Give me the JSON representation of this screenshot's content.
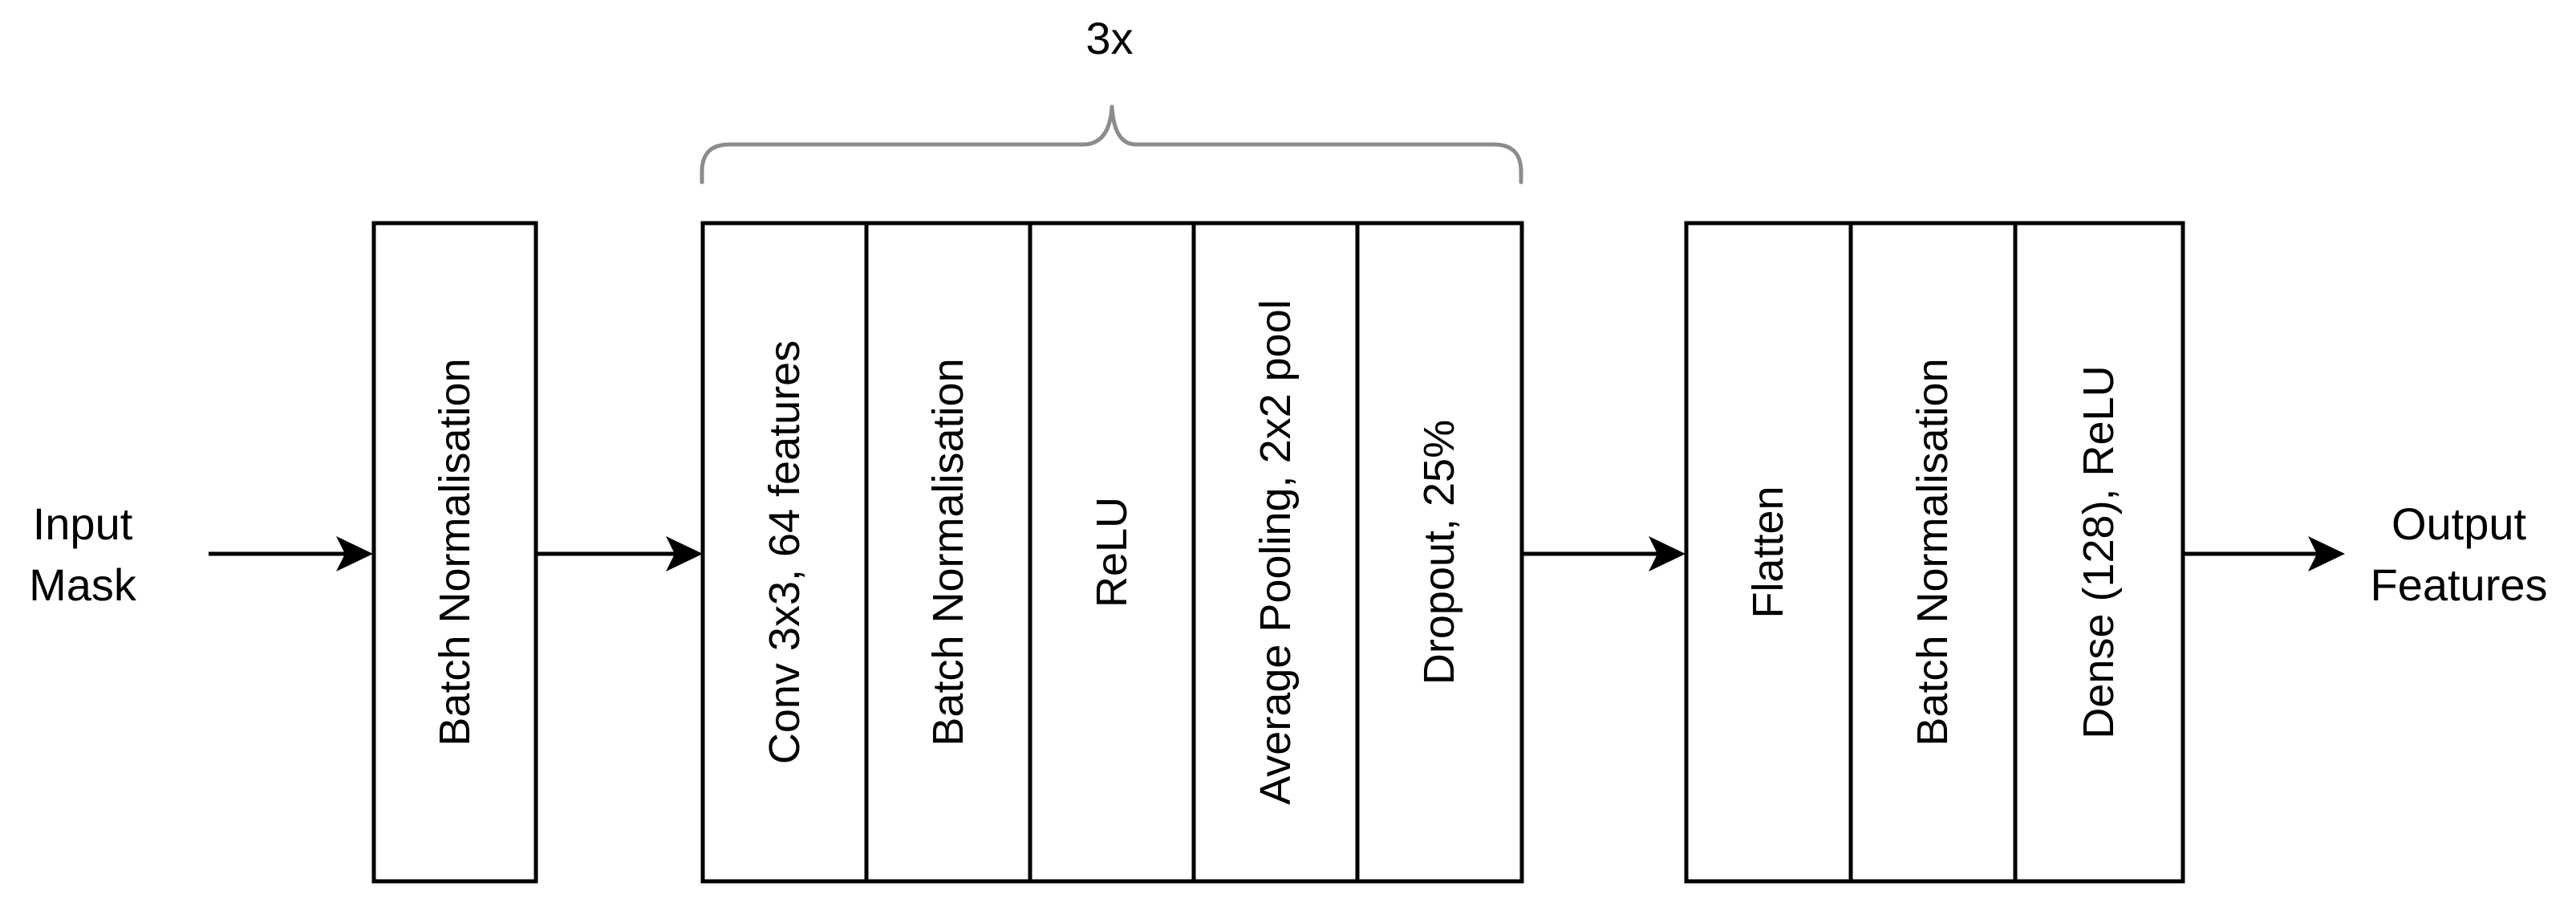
{
  "input": {
    "line1": "Input",
    "line2": "Mask"
  },
  "output": {
    "line1": "Output",
    "line2": "Features"
  },
  "repeat_label": "3x",
  "blocks": {
    "bn0": "Batch Normalisation",
    "conv": "Conv 3x3, 64 features",
    "bn1": "Batch Normalisation",
    "relu": "ReLU",
    "pool": "Average Pooling, 2x2 pool",
    "dropout": "Dropout, 25%",
    "flatten": "Flatten",
    "bn2": "Batch Normalisation",
    "dense": "Dense (128), ReLU"
  },
  "colors": {
    "stroke": "#000000",
    "brace": "#8c8c8c",
    "background": "#ffffff"
  }
}
